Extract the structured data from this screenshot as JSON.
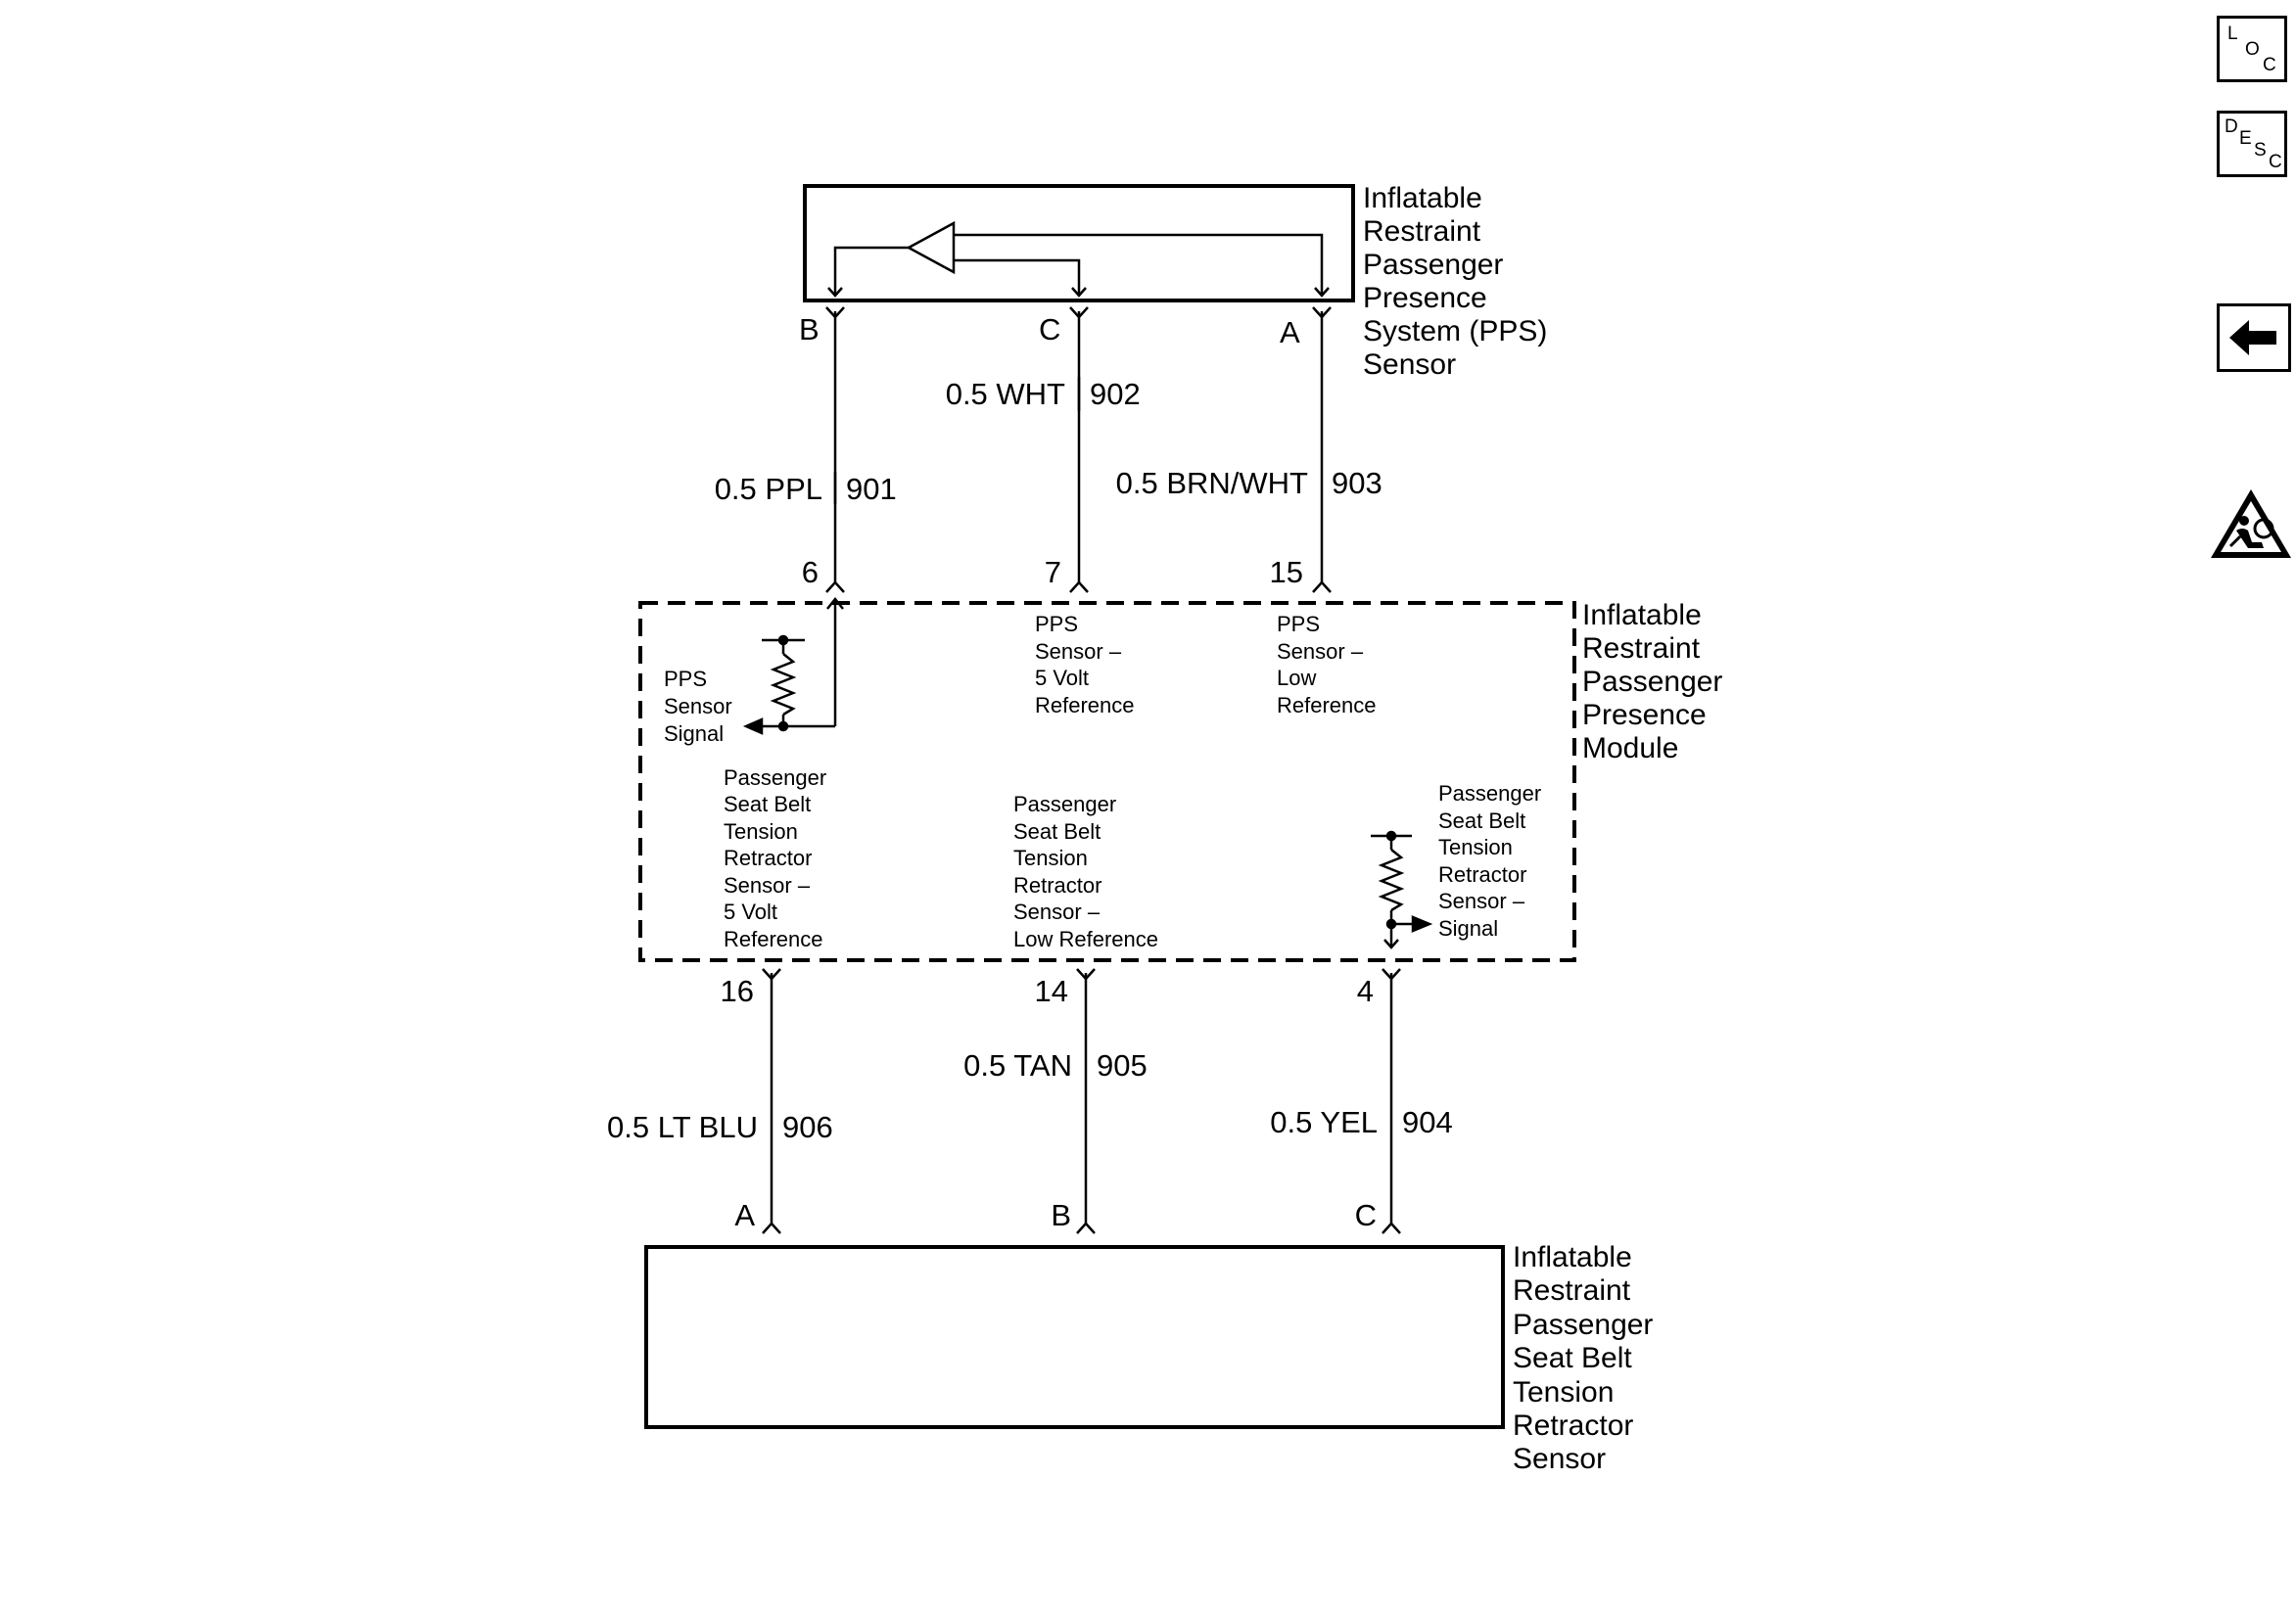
{
  "components": {
    "pps_sensor": {
      "label_lines": [
        "Inflatable",
        "Restraint",
        "Passenger",
        "Presence",
        "System (PPS)",
        "Sensor"
      ]
    },
    "pps_module": {
      "label_lines": [
        "Inflatable",
        "Restraint",
        "Passenger",
        "Presence",
        "Module"
      ]
    },
    "retractor_sensor": {
      "label_lines": [
        "Inflatable",
        "Restraint",
        "Passenger",
        "Seat Belt",
        "Tension",
        "Retractor",
        "Sensor"
      ]
    }
  },
  "upper_circuits": [
    {
      "sensor_pin": "B",
      "wire": "0.5 PPL",
      "circuit": "901",
      "module_pin": "6"
    },
    {
      "sensor_pin": "C",
      "wire": "0.5 WHT",
      "circuit": "902",
      "module_pin": "7"
    },
    {
      "sensor_pin": "A",
      "wire": "0.5 BRN/WHT",
      "circuit": "903",
      "module_pin": "15"
    }
  ],
  "lower_circuits": [
    {
      "module_pin": "16",
      "wire": "0.5 LT BLU",
      "circuit": "906",
      "sensor_pin": "A"
    },
    {
      "module_pin": "14",
      "wire": "0.5 TAN",
      "circuit": "905",
      "sensor_pin": "B"
    },
    {
      "module_pin": "4",
      "wire": "0.5 YEL",
      "circuit": "904",
      "sensor_pin": "C"
    }
  ],
  "module_internal": {
    "pps_signal": [
      "PPS",
      "Sensor",
      "Signal"
    ],
    "pps_5v": [
      "PPS",
      "Sensor –",
      "5 Volt",
      "Reference"
    ],
    "pps_low": [
      "PPS",
      "Sensor –",
      "Low",
      "Reference"
    ],
    "belt_5v": [
      "Passenger",
      "Seat Belt",
      "Tension",
      "Retractor",
      "Sensor –",
      "5 Volt",
      "Reference"
    ],
    "belt_low": [
      "Passenger",
      "Seat Belt",
      "Tension",
      "Retractor",
      "Sensor –",
      "Low Reference"
    ],
    "belt_signal": [
      "Passenger",
      "Seat Belt",
      "Tension",
      "Retractor",
      "Sensor –",
      "Signal"
    ]
  },
  "nav": {
    "loc": {
      "l1": "L",
      "l2": "O",
      "l3": "C",
      "icon": "location-icon"
    },
    "desc": {
      "l1": "D",
      "l2": "E",
      "l3": "S",
      "l4": "C",
      "icon": "description-icon"
    },
    "back": {
      "icon": "back-arrow-icon"
    },
    "hazard": {
      "icon": "airbag-warning-icon"
    }
  }
}
